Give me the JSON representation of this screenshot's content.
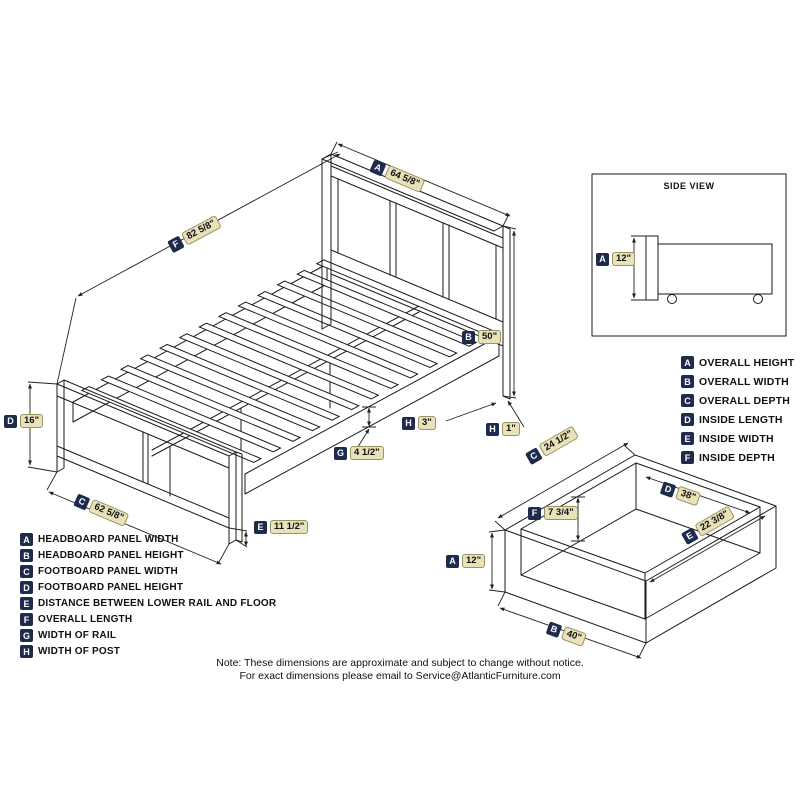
{
  "side_view": {
    "title": "SIDE VIEW",
    "dim": {
      "letter": "A",
      "value": "12\""
    }
  },
  "bed_dims": [
    {
      "letter": "A",
      "value": "64 5/8\""
    },
    {
      "letter": "F",
      "value": "82 5/8\""
    },
    {
      "letter": "B",
      "value": "50\""
    },
    {
      "letter": "D",
      "value": "16\""
    },
    {
      "letter": "C",
      "value": "62 5/8\""
    },
    {
      "letter": "E",
      "value": "11 1/2\""
    },
    {
      "letter": "G",
      "value": "4 1/2\""
    },
    {
      "letter": "H",
      "value": "3\""
    },
    {
      "letter": "H",
      "value": "1\""
    }
  ],
  "drawer_dims": [
    {
      "letter": "C",
      "value": "24 1/2\""
    },
    {
      "letter": "A",
      "value": "12\""
    },
    {
      "letter": "F",
      "value": "7 3/4\""
    },
    {
      "letter": "D",
      "value": "38\""
    },
    {
      "letter": "E",
      "value": "22 3/8\""
    },
    {
      "letter": "B",
      "value": "40\""
    }
  ],
  "legend_bed": {
    "items": [
      {
        "letter": "A",
        "label": "HEADBOARD PANEL WIDTH"
      },
      {
        "letter": "B",
        "label": "HEADBOARD PANEL HEIGHT"
      },
      {
        "letter": "C",
        "label": "FOOTBOARD PANEL WIDTH"
      },
      {
        "letter": "D",
        "label": "FOOTBOARD PANEL HEIGHT"
      },
      {
        "letter": "E",
        "label": "DISTANCE BETWEEN LOWER RAIL AND FLOOR"
      },
      {
        "letter": "F",
        "label": "OVERALL LENGTH"
      },
      {
        "letter": "G",
        "label": "WIDTH OF RAIL"
      },
      {
        "letter": "H",
        "label": "WIDTH OF POST"
      }
    ]
  },
  "legend_drawer": {
    "items": [
      {
        "letter": "A",
        "label": "OVERALL HEIGHT"
      },
      {
        "letter": "B",
        "label": "OVERALL WIDTH"
      },
      {
        "letter": "C",
        "label": "OVERALL DEPTH"
      },
      {
        "letter": "D",
        "label": "INSIDE LENGTH"
      },
      {
        "letter": "E",
        "label": "INSIDE WIDTH"
      },
      {
        "letter": "F",
        "label": "INSIDE DEPTH"
      }
    ]
  },
  "note": {
    "line1": "Note:  These dimensions are approximate and subject to change without notice.",
    "line2": "For exact dimensions please email to Service@AtlanticFurniture.com"
  },
  "colors": {
    "line": "#1a1a1a",
    "badge_bg": "#1f2b4d",
    "badge_text": "#ffffff",
    "value_bg": "#e8e1ba",
    "value_border": "#9b9362"
  }
}
